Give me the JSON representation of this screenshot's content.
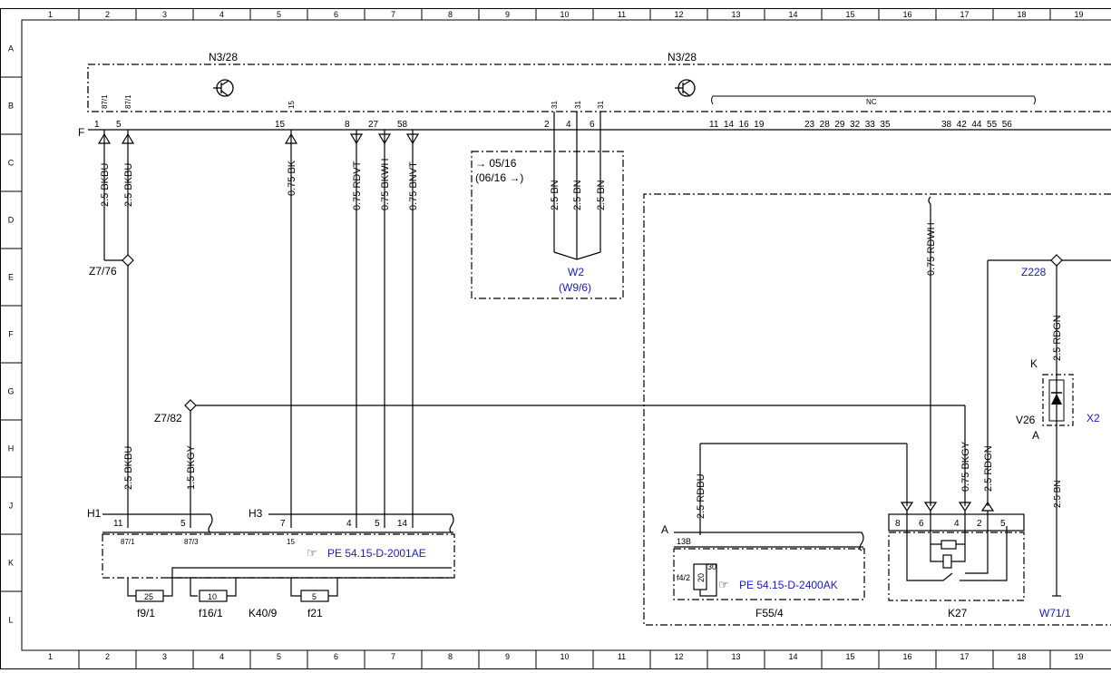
{
  "grid": {
    "columns": [
      "1",
      "2",
      "3",
      "4",
      "5",
      "6",
      "7",
      "8",
      "9",
      "10",
      "11",
      "12",
      "13",
      "14",
      "15",
      "16",
      "17",
      "18",
      "19"
    ],
    "rows": [
      "A",
      "B",
      "C",
      "D",
      "E",
      "F",
      "G",
      "H",
      "J",
      "K",
      "L"
    ]
  },
  "modules": {
    "n3_left": "N3/28",
    "n3_right": "N3/28",
    "nc_label": "NC",
    "connector_f": "F",
    "nc_pins": "11  14  16  19",
    "nc_pins_2": "23  28  29  32  33  35",
    "nc_pins_3": "38  42  44  55  56"
  },
  "pins": {
    "p1": "1",
    "p5": "5",
    "p87a": "87/1",
    "p87b": "87/1",
    "p15": "15",
    "p15t": "15",
    "p8": "8",
    "p27": "27",
    "p58": "58",
    "p2": "2",
    "p4": "4",
    "p6": "6",
    "p31a": "31",
    "p31b": "31",
    "p31c": "31"
  },
  "wires": {
    "w1": "2.5 BKBU",
    "w2": "2.5 BKBU",
    "w3": "0.75 BK",
    "w4": "0.75 RDVT",
    "w5": "0.75 BKWH",
    "w6": "0.75 BNVT",
    "w7": "2.5 BN",
    "w8": "2.5 BN",
    "w9": "2.5 BN",
    "w10": "2.5 BKBU",
    "w11": "1.5 BKGY",
    "w12": "0.75 RDWH",
    "w13": "2.5 RDGN",
    "w14": "2.5 RDBU",
    "w15": "0.75 BKGY",
    "w16": "2.5 RDGN",
    "w17": "2.5 BN"
  },
  "nodes": {
    "z776": "Z7/76",
    "z782": "Z7/82",
    "w2": "W2",
    "w96": "(W9/6)",
    "z228": "Z228",
    "v26": "V26",
    "k": "K",
    "a_anode": "A",
    "x2": "X2",
    "w711": "W71/1"
  },
  "version_box": {
    "line1": "→ 05/16",
    "line2": "(06/16 →)"
  },
  "connectors": {
    "h1": "H1",
    "h3": "H3",
    "h1_11": "11",
    "h1_5": "5",
    "h3_7": "7",
    "h3_4": "4",
    "h3_5": "5",
    "h3_14": "14",
    "t871": "87/1",
    "t873": "87/3",
    "t15": "15",
    "ref1": "PE 54.15-D-2001AE",
    "a": "A",
    "a13b": "13B",
    "a30": "30",
    "f42": "f4/2",
    "a20": "20",
    "ref2": "PE 54.15-D-2400AK",
    "k27_8": "8",
    "k27_6": "6",
    "k27_4": "4",
    "k27_2": "2",
    "k27_5": "5"
  },
  "fuses": {
    "f1_val": "25",
    "f1": "f9/1",
    "f2_val": "10",
    "f2": "f16/1",
    "f3_val": "5",
    "f3": "f21",
    "k409": "K40/9"
  },
  "components": {
    "f554": "F55/4",
    "k27": "K27"
  }
}
